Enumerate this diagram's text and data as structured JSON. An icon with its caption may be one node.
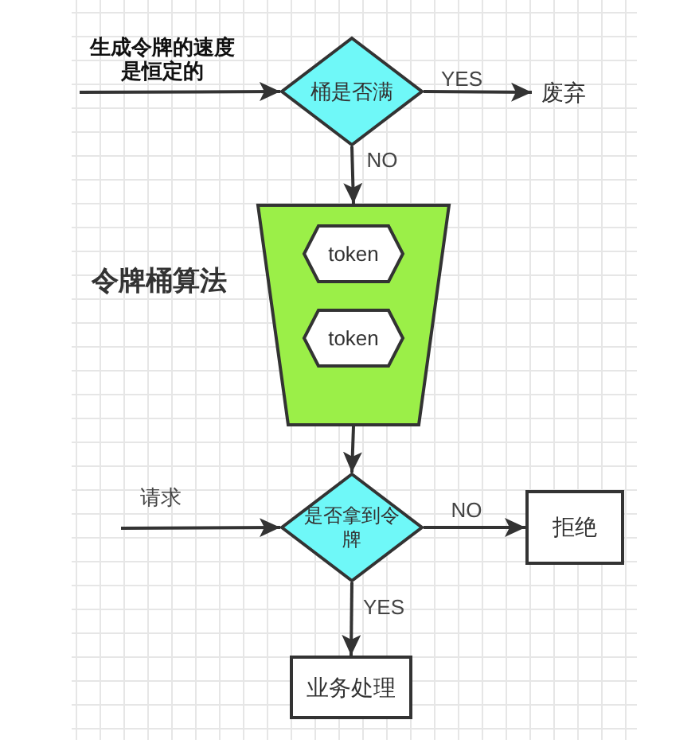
{
  "diagram": {
    "nodes": [
      {
        "text": [
          "桶是否满"
        ]
      },
      {
        "text": [
          "废弃"
        ]
      },
      {
        "text": [],
        "shape": "trapezoid",
        "beside": [
          "令牌桶算法"
        ]
      },
      {
        "text": [
          "token"
        ],
        "in": 2
      },
      {
        "text": [
          "token"
        ],
        "in": 2
      },
      {
        "text": [
          "是否拿到令牌"
        ]
      },
      {
        "text": [
          "拒绝"
        ]
      },
      {
        "text": [
          "业务处理"
        ]
      }
    ],
    "edges": [
      {
        "from": null,
        "to": 0,
        "arrow": "to",
        "label": "生成令牌的速度是恒定的"
      },
      {
        "from": 0,
        "to": 1,
        "arrow": "to",
        "label": "YES"
      },
      {
        "from": 0,
        "to": 2,
        "arrow": "to",
        "label": "NO"
      },
      {
        "from": 2,
        "to": 5,
        "arrow": "to"
      },
      {
        "from": null,
        "to": 5,
        "arrow": "to",
        "label": "请求"
      },
      {
        "from": 5,
        "to": 6,
        "arrow": "to",
        "label": "NO"
      },
      {
        "from": 5,
        "to": 7,
        "arrow": "to",
        "label": "YES"
      }
    ]
  }
}
